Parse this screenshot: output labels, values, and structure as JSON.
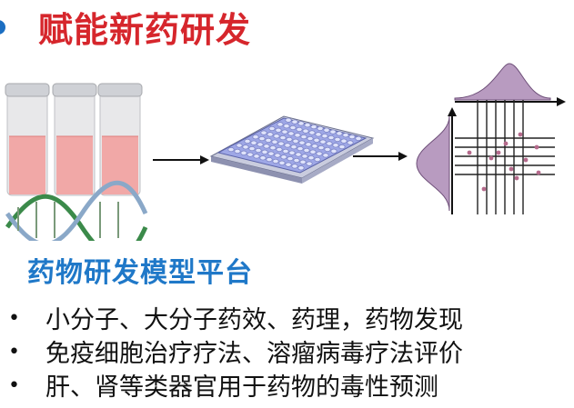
{
  "header": {
    "title": "赋能新药研发"
  },
  "section": {
    "title": "药物研发模型平台"
  },
  "bullets": [
    "小分子、大分子药效、药理，药物发现",
    "免疫细胞治疗疗法、溶瘤病毒疗法评价",
    "肝、肾等类器官用于药物的毒性预测"
  ],
  "colors": {
    "title": "#d6262c",
    "subtitle": "#1f78c8",
    "plate": "#9ea7e6",
    "distribution": "#b89bc0"
  }
}
